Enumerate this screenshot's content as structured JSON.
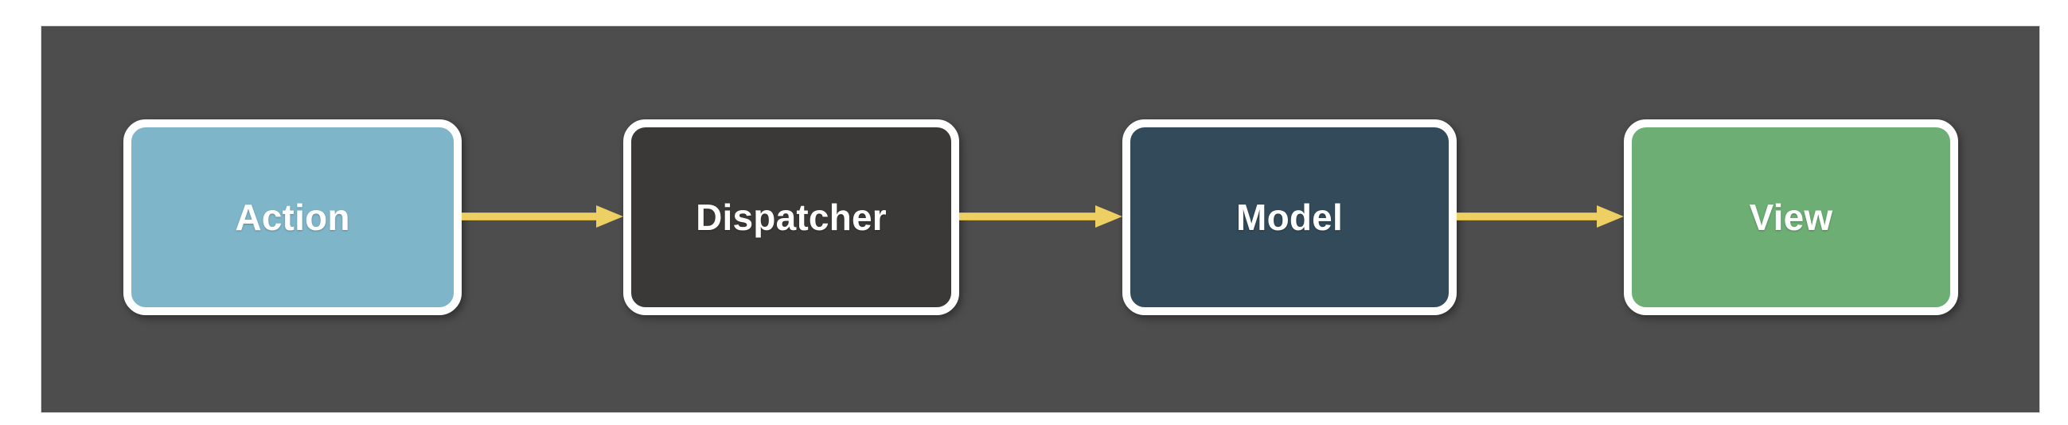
{
  "diagram": {
    "type": "flow",
    "title": "",
    "orientation": "left-to-right",
    "canvas": {
      "background_color": "#4d4d4d",
      "page_background_color": "#ffffff"
    },
    "node_border_color": "#ffffff",
    "arrow_color": "#eecf63",
    "label_color": "#ffffff",
    "nodes": [
      {
        "id": "action",
        "label": "Action",
        "fill_color": "#7fb5c8"
      },
      {
        "id": "dispatcher",
        "label": "Dispatcher",
        "fill_color": "#3b3937"
      },
      {
        "id": "model",
        "label": "Model",
        "fill_color": "#324a59"
      },
      {
        "id": "view",
        "label": "View",
        "fill_color": "#6cae73"
      }
    ],
    "edges": [
      {
        "id": "action-dispatcher",
        "from": "Action",
        "to": "Dispatcher",
        "label": ""
      },
      {
        "id": "dispatcher-model",
        "from": "Dispatcher",
        "to": "Model",
        "label": ""
      },
      {
        "id": "model-view",
        "from": "Model",
        "to": "View",
        "label": ""
      }
    ]
  }
}
